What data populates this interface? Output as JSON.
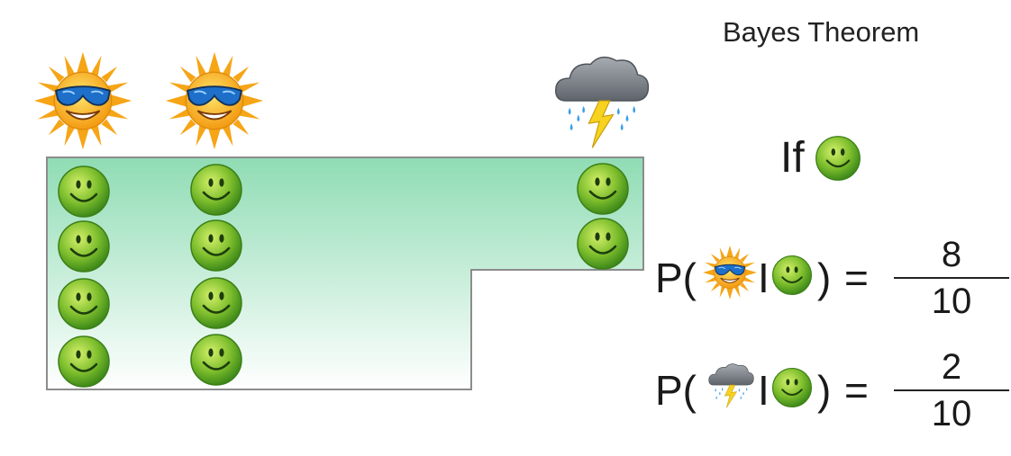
{
  "title": "Bayes Theorem",
  "condition": {
    "label": "If",
    "icon": "smiley-icon"
  },
  "columns": [
    {
      "weather": "sun-with-sunglasses-icon",
      "smiley_count": 4
    },
    {
      "weather": "sun-with-sunglasses-icon",
      "smiley_count": 4
    },
    {
      "weather": "storm-cloud-icon",
      "smiley_count": 2
    }
  ],
  "equations": [
    {
      "prefix": "P(",
      "given": "I",
      "suffix": ")",
      "equals": "=",
      "icon": "sun-with-sunglasses-icon",
      "numerator": "8",
      "denominator": "10"
    },
    {
      "prefix": "P(",
      "given": "I",
      "suffix": ")",
      "equals": "=",
      "icon": "storm-cloud-icon",
      "numerator": "2",
      "denominator": "10"
    }
  ],
  "colors": {
    "region_fill_top": "#8fdcb4",
    "region_fill_bottom": "#ffffff",
    "region_stroke": "#8c8c8c",
    "smiley": "#6fb52c",
    "sun": "#f6b21b",
    "cloud": "#8a8f96",
    "lightning": "#f7d21f"
  }
}
